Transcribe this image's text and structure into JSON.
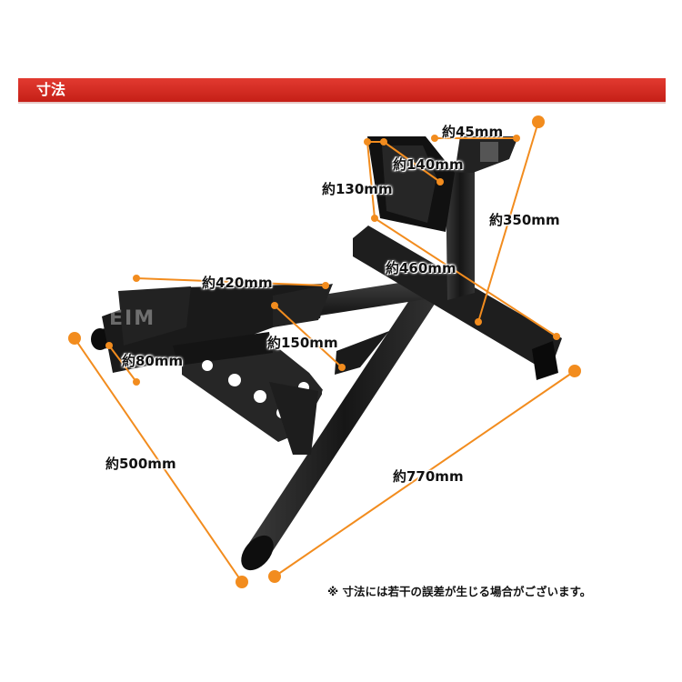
{
  "header": {
    "title": "寸法"
  },
  "dimensions": {
    "d45": "約45mm",
    "d140": "約140mm",
    "d130": "約130mm",
    "d350": "約350mm",
    "d460": "約460mm",
    "d420": "約420mm",
    "d150": "約150mm",
    "d80": "約80mm",
    "d500": "約500mm",
    "d770": "約770mm"
  },
  "note": "※ 寸法には若干の誤差が生じる場合がございます。",
  "colors": {
    "header": "#d42a22",
    "marker": "#f28c1e",
    "steel": "#1c1c1c"
  }
}
